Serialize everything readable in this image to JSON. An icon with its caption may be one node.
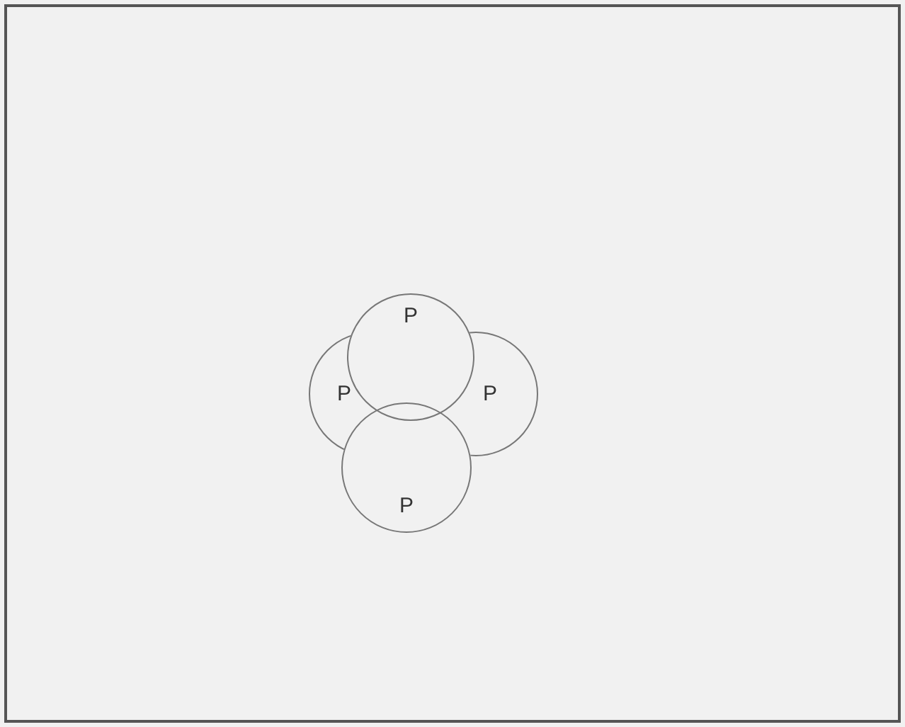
{
  "diagram": {
    "nodes": [
      {
        "text": [
          "P"
        ]
      },
      {
        "text": [
          "P"
        ]
      },
      {
        "text": [
          "P"
        ]
      },
      {
        "text": [
          "P"
        ]
      }
    ]
  }
}
